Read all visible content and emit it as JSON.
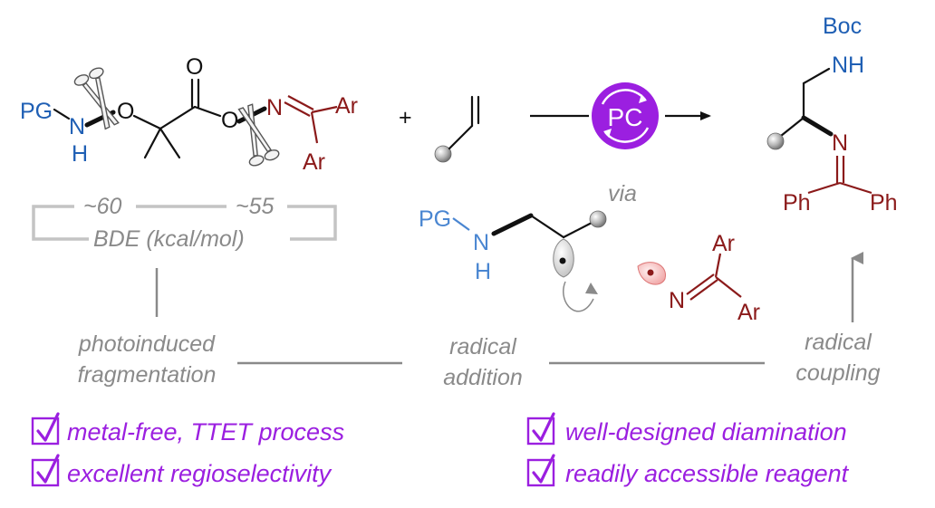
{
  "reagent": {
    "pg": "PG",
    "n": "N",
    "h": "H",
    "o_left": "O",
    "o_carbonyl": "O",
    "o_right": "O",
    "n_imine": "N",
    "ar_top": "Ar",
    "ar_bottom": "Ar"
  },
  "plus": "+",
  "catalyst": "PC",
  "product": {
    "boc": "Boc",
    "nh": "NH",
    "n_imine": "N",
    "ph_left": "Ph",
    "ph_right": "Ph"
  },
  "bde": {
    "left_value": "~60",
    "right_value": "~55",
    "label": "BDE (kcal/mol)"
  },
  "intermediate": {
    "via": "via",
    "pg": "PG",
    "n": "N",
    "h": "H",
    "n_imine": "N",
    "ar_top": "Ar",
    "ar_bottom": "Ar"
  },
  "steps": {
    "step1_line1": "photoinduced",
    "step1_line2": "fragmentation",
    "step2_line1": "radical",
    "step2_line2": "addition",
    "step3_line1": "radical",
    "step3_line2": "coupling"
  },
  "features": [
    "metal-free, TTET process",
    "excellent regioselectivity",
    "well-designed diamination",
    "readily accessible reagent"
  ],
  "colors": {
    "amine_blue": "#1f5fb4",
    "imine_red": "#8b1a1a",
    "accent_purple": "#9b1fe0",
    "annotation_grey": "#8a8a8a"
  }
}
